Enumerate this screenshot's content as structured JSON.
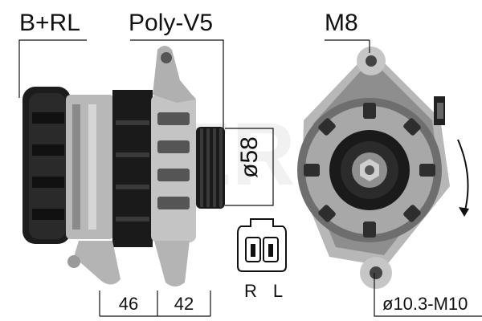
{
  "labels": {
    "terminal": "B+RL",
    "pulley": "Poly-V5",
    "thread": "M8",
    "pulley_diameter": "ø58",
    "dim_left": "46",
    "dim_right": "42",
    "plug_r": "R",
    "plug_l": "L",
    "hole": "ø10.3-M10"
  },
  "watermark": "ERA",
  "colors": {
    "metal_light": "#c9c9c9",
    "metal_mid": "#9a9a9a",
    "metal_dark": "#4a4a4a",
    "black_cap": "#1a1a1a",
    "line": "#111111"
  },
  "icons": {
    "rotation": "clockwise-arrow-icon",
    "connector": "two-pin-plug-icon"
  }
}
